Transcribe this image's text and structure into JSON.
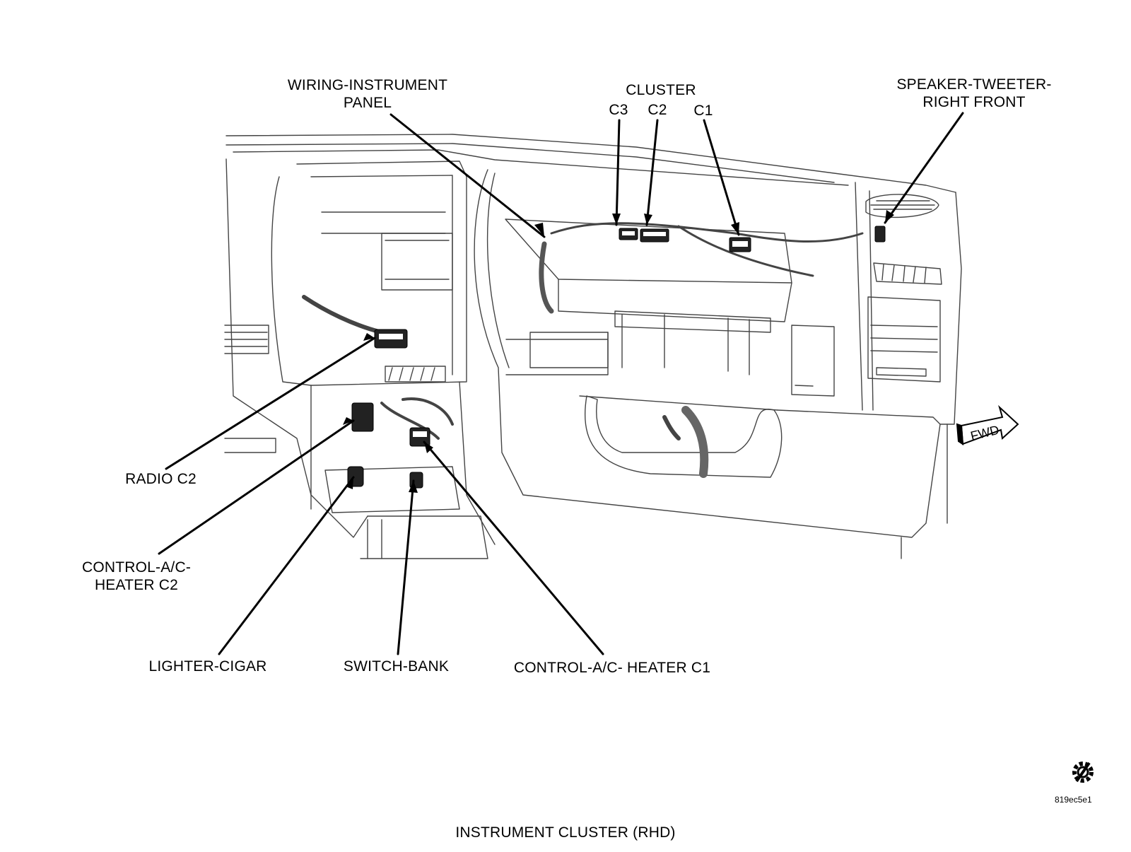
{
  "labels": {
    "wiring_instrument_panel": "WIRING-INSTRUMENT\nPANEL",
    "cluster": "CLUSTER",
    "cluster_c3": "C3",
    "cluster_c2": "C2",
    "cluster_c1": "C1",
    "speaker_tweeter": "SPEAKER-TWEETER-\nRIGHT FRONT",
    "radio_c2": "RADIO C2",
    "control_ac_heater_c2": "CONTROL-A/C-\nHEATER C2",
    "lighter_cigar": "LIGHTER-CIGAR",
    "switch_bank": "SWITCH-BANK",
    "control_ac_heater_c1": "CONTROL-A/C- HEATER C1",
    "fwd": "FWD"
  },
  "figure_code": "819ec5e1",
  "caption": "INSTRUMENT CLUSTER (RHD)",
  "icons": {
    "service_badge": "gear-slash-icon",
    "forward_arrow": "fwd-arrow-icon"
  },
  "colors": {
    "ink": "#000000",
    "paper": "#ffffff",
    "line_gray": "#444444"
  }
}
